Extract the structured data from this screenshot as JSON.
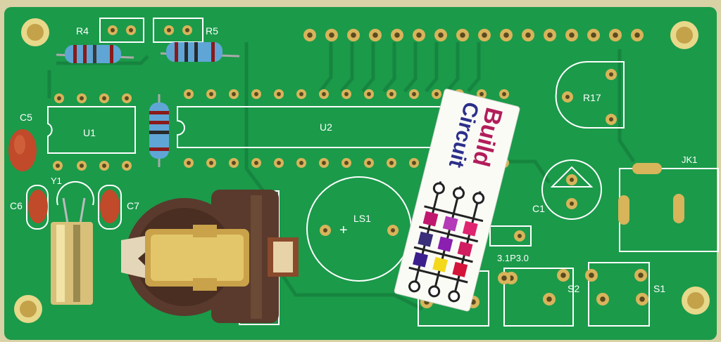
{
  "board": {
    "colors": {
      "background": "#d9d2a6",
      "pcb": "#1b9a4a",
      "trace": "#16853f",
      "silk": "#ffffff",
      "pad": "#c9a24a",
      "holder": "#5a3a2c"
    },
    "labels": {
      "r4": "R4",
      "r5": "R5",
      "u1": "U1",
      "u2": "U2",
      "c5": "C5",
      "c6": "C6",
      "c7": "C7",
      "y1": "Y1",
      "ls1": "LS1",
      "r17": "R17",
      "c1": "C1",
      "jk1": "JK1",
      "s1": "S1",
      "s2": "S2",
      "p30": "3.1P3.0"
    }
  },
  "sticker": {
    "line1": "Build",
    "line2": "Circuit",
    "line1_color": "#b21d5a",
    "line2_color": "#2b2f8a",
    "grid_colors": [
      "#c0186e",
      "#b43ab8",
      "#e02570",
      "#3a2f7a",
      "#8a1fb0",
      "#d01e60",
      "#3c1f8c",
      "#f4d81c",
      "#d4143a"
    ]
  }
}
